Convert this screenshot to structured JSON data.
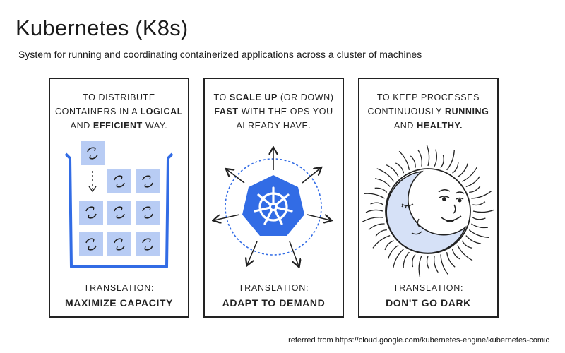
{
  "header": {
    "title": "Kubernetes (K8s)",
    "subtitle": "System for running and coordinating containerized applications across a cluster of machines"
  },
  "panels": [
    {
      "heading_parts": [
        "TO DISTRIBUTE",
        "CONTAINERS IN A ",
        "LOGICAL",
        "AND ",
        "EFFICIENT",
        " WAY."
      ],
      "caption_label": "TRANSLATION:",
      "caption_value": "MAXIMIZE CAPACITY",
      "art": "container-grid"
    },
    {
      "heading_parts": [
        "TO ",
        "SCALE UP",
        " (OR DOWN)",
        "FAST",
        " WITH THE OPS YOU",
        "ALREADY HAVE."
      ],
      "caption_label": "TRANSLATION:",
      "caption_value": "ADAPT TO DEMAND",
      "art": "kubernetes-helm-logo"
    },
    {
      "heading_parts": [
        "TO KEEP PROCESSES",
        "CONTINUOUSLY ",
        "RUNNING",
        "AND ",
        "HEALTHY."
      ],
      "caption_label": "TRANSLATION:",
      "caption_value": "DON'T GO DARK",
      "art": "sun-and-moon"
    }
  ],
  "footer": {
    "credit": "referred from https://cloud.google.com/kubernetes-engine/kubernetes-comic"
  },
  "colors": {
    "k8s_blue": "#326ce5",
    "cell_fill": "#b8ccf4",
    "moon_fill": "#d6e1f7",
    "outline": "#222222"
  }
}
